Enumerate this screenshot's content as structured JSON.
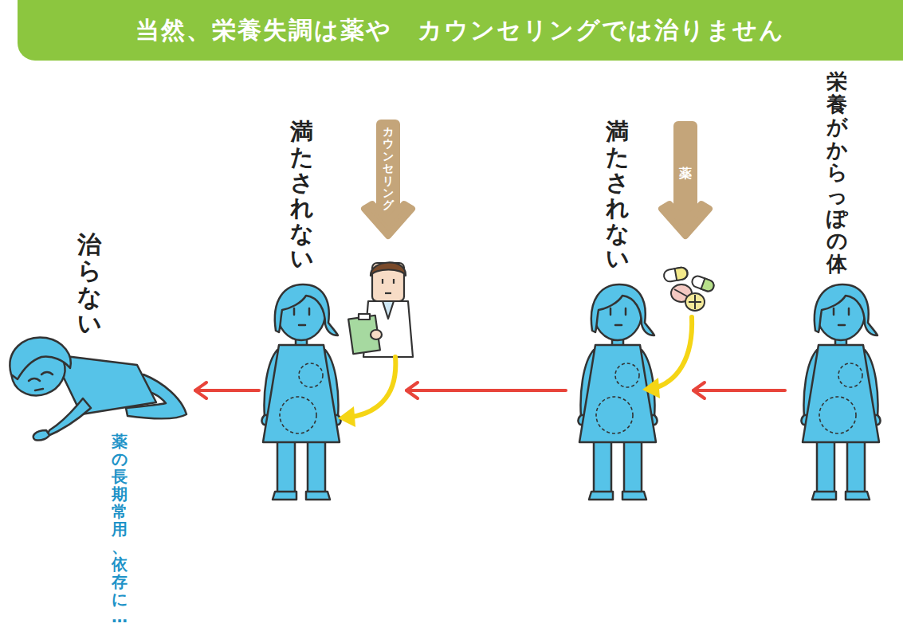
{
  "diagram": {
    "title": "当然、栄養失調は薬や　カウンセリングでは治りません",
    "nodes": [
      {
        "text": [
          "栄養がからっぽの体"
        ]
      },
      {
        "text": [
          "満たされない"
        ]
      },
      {
        "text": [
          "満たされない"
        ]
      },
      {
        "text": [
          "治らない",
          "薬の長期常用、依存に…"
        ]
      }
    ],
    "edges": [
      {
        "from": 0,
        "to": 1,
        "arrow": "to"
      },
      {
        "from": 1,
        "to": 2,
        "arrow": "to"
      },
      {
        "from": 2,
        "to": 3,
        "arrow": "to"
      }
    ],
    "labels": [
      "薬",
      "カウンセリング"
    ]
  }
}
